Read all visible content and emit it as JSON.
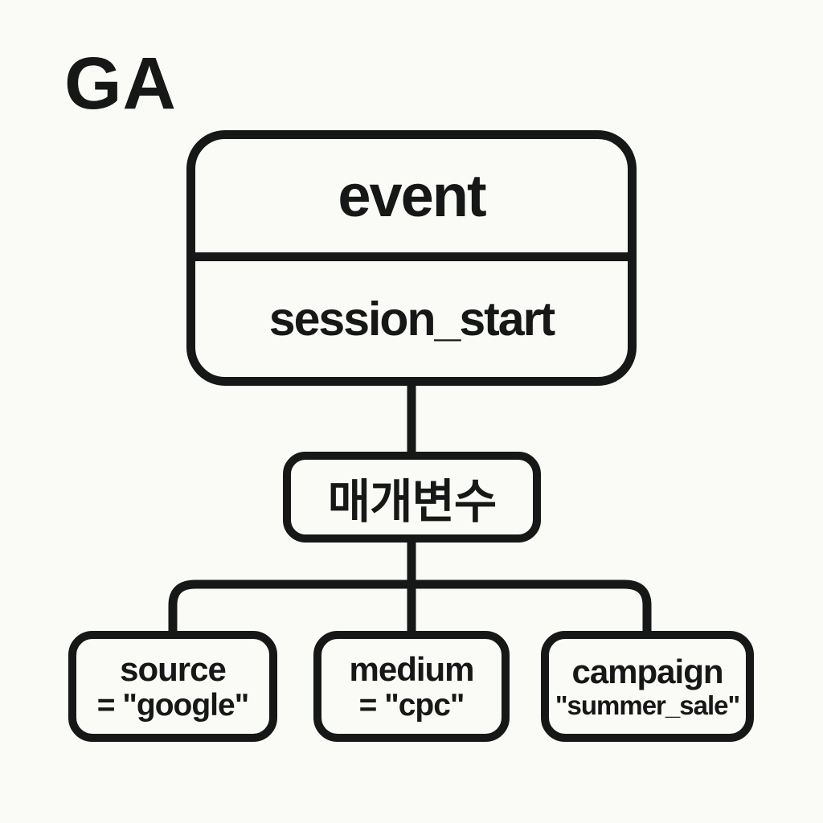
{
  "colors": {
    "ink": "#161817",
    "background": "#FAFAF6"
  },
  "logo": "GA",
  "diagram": {
    "event_node": {
      "title": "event",
      "subtitle": "session_start"
    },
    "parameters_node": {
      "label": "매개변수"
    },
    "children": [
      {
        "title": "source",
        "value": "= \"google\""
      },
      {
        "title": "medium",
        "value": "= \"cpc\""
      },
      {
        "title": "campaign",
        "value": "\"summer_sale\""
      }
    ]
  }
}
